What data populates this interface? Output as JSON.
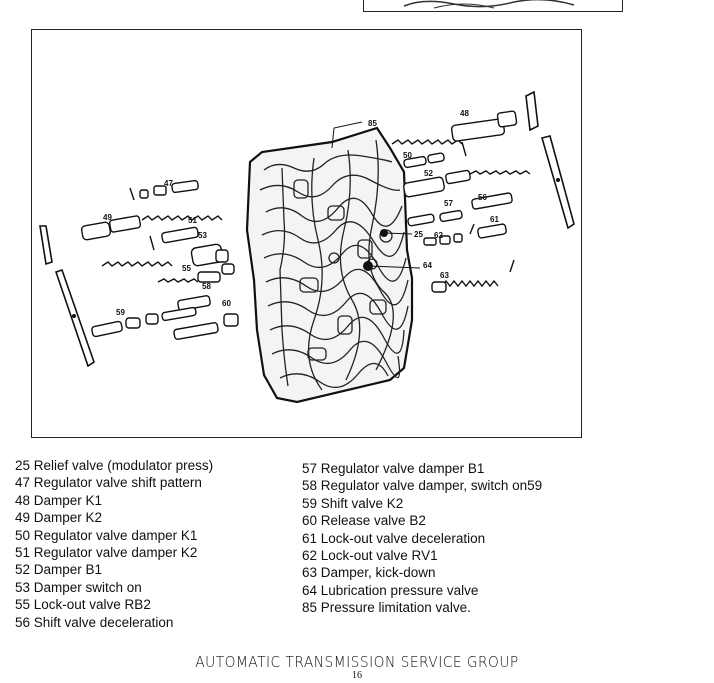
{
  "figure": {
    "callouts": [
      "85",
      "48",
      "50",
      "52",
      "47",
      "49",
      "51",
      "53",
      "55",
      "58",
      "59",
      "60",
      "56",
      "57",
      "25",
      "62",
      "61",
      "64",
      "63"
    ]
  },
  "legend": {
    "left": [
      "25  Relief valve (modulator press)",
      "47 Regulator valve shift pattern",
      "48 Damper K1",
      "49 Damper K2",
      "50 Regulator valve damper K1",
      "51 Regulator valve damper K2",
      "52 Damper B1",
      "53 Damper switch on",
      "55 Lock-out valve RB2",
      "56 Shift valve deceleration"
    ],
    "right": [
      "57 Regulator valve damper B1",
      "58 Regulator valve damper, switch on59",
      "59 Shift valve K2",
      "60 Release valve B2",
      "61 Lock-out valve deceleration",
      "62 Lock-out valve RV1",
      "63 Damper, kick-down",
      "64 Lubrication pressure valve",
      "85 Pressure limitation valve."
    ]
  },
  "footer": {
    "title": "AUTOMATIC TRANSMISSION SERVICE GROUP",
    "page_number": "16"
  }
}
